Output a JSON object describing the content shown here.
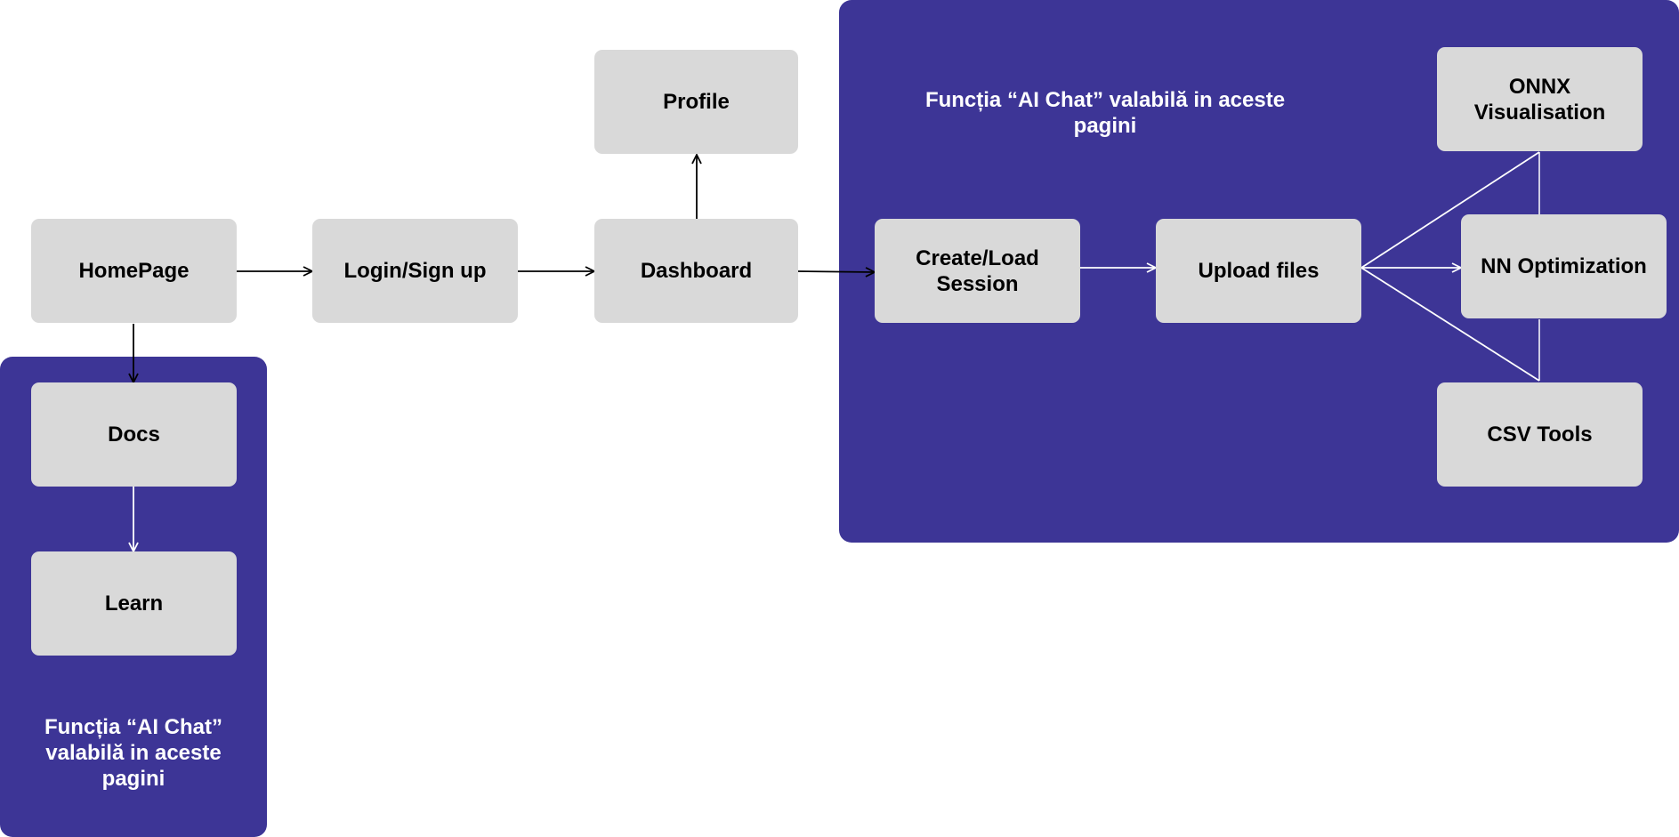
{
  "colors": {
    "region": "#3d3596",
    "node": "#d9d9d9",
    "node_text": "#000000",
    "note_text": "#ffffff",
    "edge_dark": "#000000",
    "edge_light": "#ffffff"
  },
  "nodes": {
    "homepage": "HomePage",
    "login": "Login/Sign up",
    "dashboard": "Dashboard",
    "profile": "Profile",
    "docs": "Docs",
    "learn": "Learn",
    "create_load": "Create/Load Session",
    "upload_files": "Upload files",
    "onnx": "ONNX Visualisation",
    "nn_opt": "NN Optimization",
    "csv_tools": "CSV Tools"
  },
  "notes": {
    "ai_chat_right": "Funcția “AI Chat” valabilă in aceste pagini",
    "ai_chat_left": "Funcția “AI Chat” valabilă in aceste pagini"
  },
  "edges": [
    {
      "from": "HomePage",
      "to": "Login/Sign up"
    },
    {
      "from": "Login/Sign up",
      "to": "Dashboard"
    },
    {
      "from": "Dashboard",
      "to": "Profile"
    },
    {
      "from": "Dashboard",
      "to": "Create/Load Session"
    },
    {
      "from": "HomePage",
      "to": "Docs"
    },
    {
      "from": "Docs",
      "to": "Learn"
    },
    {
      "from": "Create/Load Session",
      "to": "Upload files"
    },
    {
      "from": "Upload files",
      "to": "ONNX Visualisation"
    },
    {
      "from": "Upload files",
      "to": "NN Optimization"
    },
    {
      "from": "Upload files",
      "to": "CSV Tools"
    }
  ]
}
